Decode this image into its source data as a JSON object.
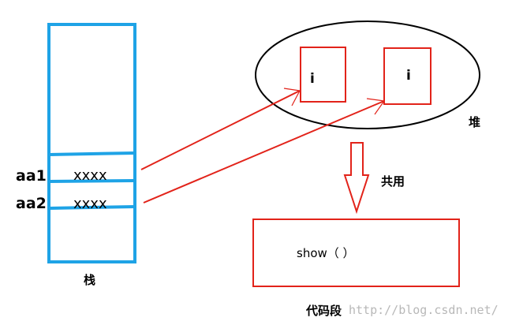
{
  "colors": {
    "stack": "#1ea3e6",
    "object": "#e2231a",
    "arrow": "#e2231a",
    "heap_outline": "#000000"
  },
  "stack": {
    "label": "栈",
    "rows": [
      {
        "var": "aa1",
        "value": "xxxx"
      },
      {
        "var": "aa2",
        "value": "xxxx"
      }
    ]
  },
  "heap": {
    "label": "堆",
    "objects": [
      {
        "field": "i"
      },
      {
        "field": "i"
      }
    ]
  },
  "shared_arrow": {
    "label": "共用"
  },
  "code_segment": {
    "method": "show（ ）",
    "label": "代码段"
  },
  "watermark": "http://blog.csdn.net/"
}
